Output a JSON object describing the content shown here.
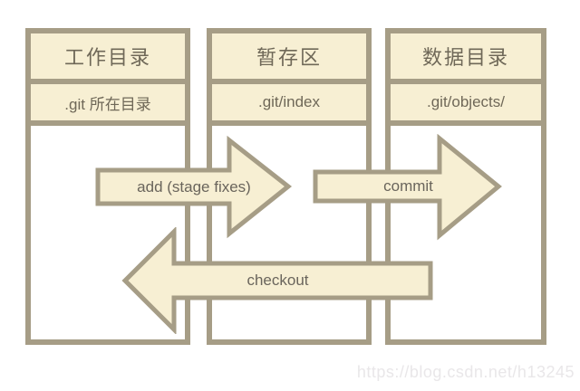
{
  "diagram": {
    "columns": [
      {
        "title": "工作目录",
        "subtitle": ".git 所在目录"
      },
      {
        "title": "暂存区",
        "subtitle": ".git/index"
      },
      {
        "title": "数据目录",
        "subtitle": ".git/objects/"
      }
    ],
    "arrows": [
      {
        "label": "add (stage fixes)",
        "direction": "right",
        "from": "工作目录",
        "to": "暂存区"
      },
      {
        "label": "commit",
        "direction": "right",
        "from": "暂存区",
        "to": "数据目录"
      },
      {
        "label": "checkout",
        "direction": "left",
        "from": "数据目录",
        "to": "工作目录"
      }
    ],
    "colors": {
      "box_fill": "#f7efd3",
      "box_border": "#a69d86",
      "text": "#6f6858",
      "background": "#ffffff",
      "watermark": "#e9e7e9"
    },
    "watermark": "https://blog.csdn.net/h13245"
  }
}
